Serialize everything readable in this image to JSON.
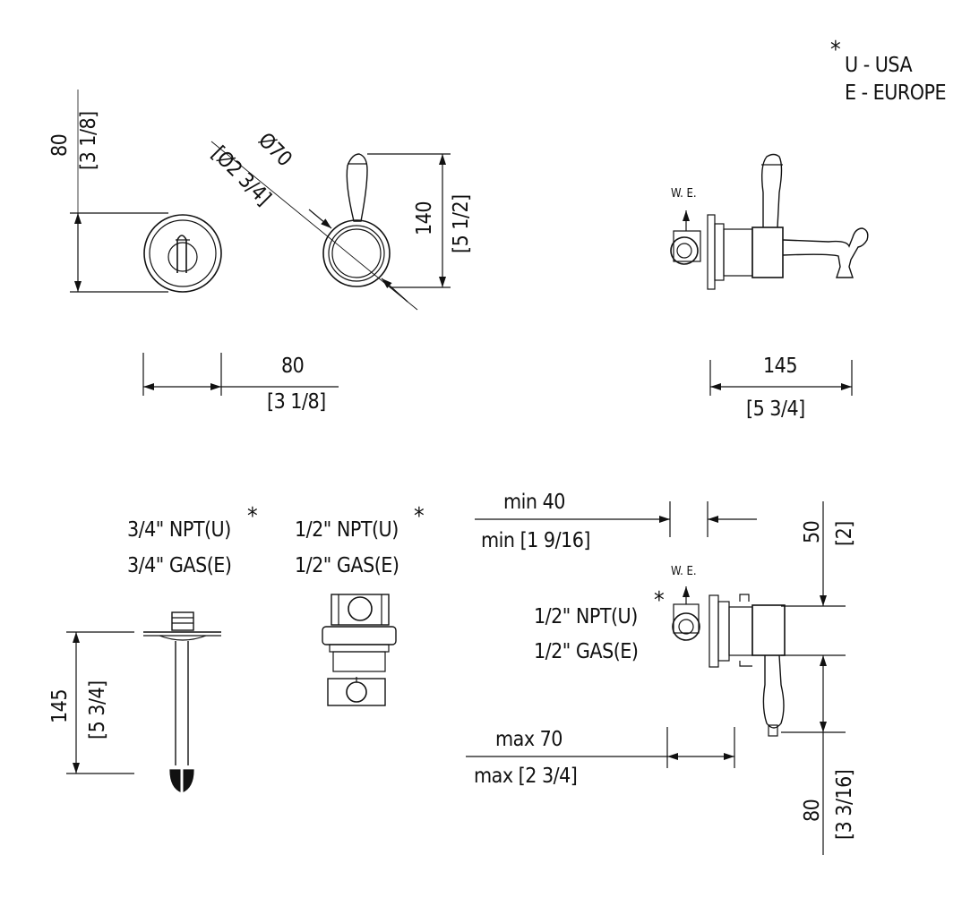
{
  "legend": {
    "star": "*",
    "usa": "U - USA",
    "europe": "E - EUROPE"
  },
  "top_left": {
    "height_mm": "80",
    "height_in": "[3 1/8]",
    "width_mm": "80",
    "width_in": "[3 1/8]"
  },
  "top_center": {
    "diameter_mm": "Ø70",
    "diameter_in": "[Ø2 3/4]",
    "height_mm": "140",
    "height_in": "[5 1/2]"
  },
  "top_right": {
    "we_label": "W. E.",
    "depth_mm": "145",
    "depth_in": "[5 3/4]"
  },
  "spout_part": {
    "thread_npt": "3/4\" NPT(U)",
    "thread_gas": "3/4\" GAS(E)",
    "star": "*",
    "length_mm": "145",
    "length_in": "[5 3/4]"
  },
  "valve_part": {
    "thread_npt": "1/2\" NPT(U)",
    "thread_gas": "1/2\" GAS(E)",
    "star": "*"
  },
  "mixer_side": {
    "min_mm": "min 40",
    "min_in": "min [1 9/16]",
    "max_mm": "max 70",
    "max_in": "max [2 3/4]",
    "we_label": "W. E.",
    "thread_npt": "1/2\" NPT(U)",
    "thread_gas": "1/2\" GAS(E)",
    "star": "*",
    "top_mm": "50",
    "top_in": "[2]",
    "bottom_mm": "80",
    "bottom_in": "[3 3/16]"
  }
}
